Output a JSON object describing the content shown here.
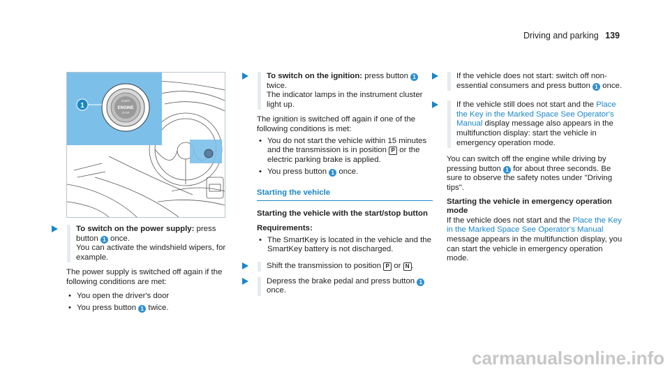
{
  "header": {
    "section": "Driving and parking",
    "page": "139"
  },
  "figure": {
    "button_word_start": "START",
    "button_word_main": "ENGINE",
    "button_word_stop": "STOP",
    "callout": "1"
  },
  "col1": {
    "step_title": "To switch on the power supply:",
    "step_text_a": " press button ",
    "step_text_b": " once.",
    "step_line2": "You can activate the windshield wipers, for example.",
    "intro": "The power supply is switched off again if the following conditions are met:",
    "bullet1": "You open the driver's door",
    "bullet2_a": "You press button ",
    "bullet2_b": " twice.",
    "num": "1"
  },
  "col2": {
    "step_title": "To switch on the ignition:",
    "step_text_a": " press button ",
    "step_text_b": " twice.",
    "step_line2": "The indicator lamps in the instrument cluster light up.",
    "intro": "The ignition is switched off again if one of the following conditions is met:",
    "bullet1_a": "You do not start the vehicle within 15 minutes and the transmission is in position ",
    "bullet1_key": "P",
    "bullet1_b": " or the electric parking brake is applied.",
    "bullet2_a": "You press button ",
    "bullet2_b": " once.",
    "section_title": "Starting the vehicle",
    "subsection_title": "Starting the vehicle with the start/stop button",
    "req_label": "Requirements:",
    "req_bullet": "The SmartKey is located in the vehicle and the SmartKey battery is not discharged.",
    "step2_a": "Shift the transmission to position ",
    "step2_key1": "P",
    "step2_or": " or ",
    "step2_key2": "N",
    "step2_end": ".",
    "step3_a": "Depress the brake pedal and press button ",
    "step3_b": " once.",
    "num": "1"
  },
  "col3": {
    "step1_a": "If the vehicle does not start: switch off non-essential consumers and press button ",
    "step1_b": " once.",
    "step2_a": "If the vehicle still does not start and the ",
    "step2_link": "Place the Key in the Marked Space See Operator's Manual",
    "step2_b": " display message also appears in the multifunction display: start the vehicle in emergency operation mode.",
    "para1_a": "You can switch off the engine while driving by pressing button ",
    "para1_b": " for about three seconds. Be sure to observe the safety notes under \"Driving tips\".",
    "emergency_title": "Starting the vehicle in emergency operation mode",
    "para2_a": "If the vehicle does not start and the ",
    "para2_link": "Place the Key in the Marked Space See Operator's Manual",
    "para2_b": " message appears in the multifunction display, you can start the vehicle in emergency operation mode.",
    "num": "1"
  },
  "watermark": "carmanualsonline.info",
  "colors": {
    "accent": "#1a86c8",
    "highlight_bg": "#7cc0ea",
    "step_bar": "#e6ebef"
  }
}
